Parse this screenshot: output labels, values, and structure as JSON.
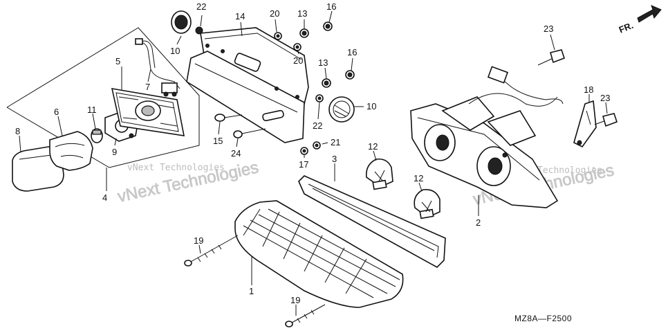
{
  "diagram": {
    "code": "MZ8A—F2500",
    "direction_label": "FR.",
    "watermarks": [
      "vNext Technologies",
      "vNext Technologies",
      "vNext Technologies",
      "vNext Technologies"
    ],
    "callouts": [
      {
        "id": "c1",
        "label": "1"
      },
      {
        "id": "c2",
        "label": "2"
      },
      {
        "id": "c3",
        "label": "3"
      },
      {
        "id": "c4",
        "label": "4"
      },
      {
        "id": "c5",
        "label": "5"
      },
      {
        "id": "c6",
        "label": "6"
      },
      {
        "id": "c7",
        "label": "7"
      },
      {
        "id": "c8",
        "label": "8"
      },
      {
        "id": "c9",
        "label": "9"
      },
      {
        "id": "c10a",
        "label": "10"
      },
      {
        "id": "c10b",
        "label": "10"
      },
      {
        "id": "c11",
        "label": "11"
      },
      {
        "id": "c12a",
        "label": "12"
      },
      {
        "id": "c12b",
        "label": "12"
      },
      {
        "id": "c13a",
        "label": "13"
      },
      {
        "id": "c13b",
        "label": "13"
      },
      {
        "id": "c14",
        "label": "14"
      },
      {
        "id": "c15",
        "label": "15"
      },
      {
        "id": "c16a",
        "label": "16"
      },
      {
        "id": "c16b",
        "label": "16"
      },
      {
        "id": "c17",
        "label": "17"
      },
      {
        "id": "c18",
        "label": "18"
      },
      {
        "id": "c19a",
        "label": "19"
      },
      {
        "id": "c19b",
        "label": "19"
      },
      {
        "id": "c20a",
        "label": "20"
      },
      {
        "id": "c20b",
        "label": "20"
      },
      {
        "id": "c21",
        "label": "21"
      },
      {
        "id": "c22a",
        "label": "22"
      },
      {
        "id": "c22b",
        "label": "22"
      },
      {
        "id": "c23a",
        "label": "23"
      },
      {
        "id": "c23b",
        "label": "23"
      },
      {
        "id": "c24",
        "label": "24"
      }
    ]
  }
}
